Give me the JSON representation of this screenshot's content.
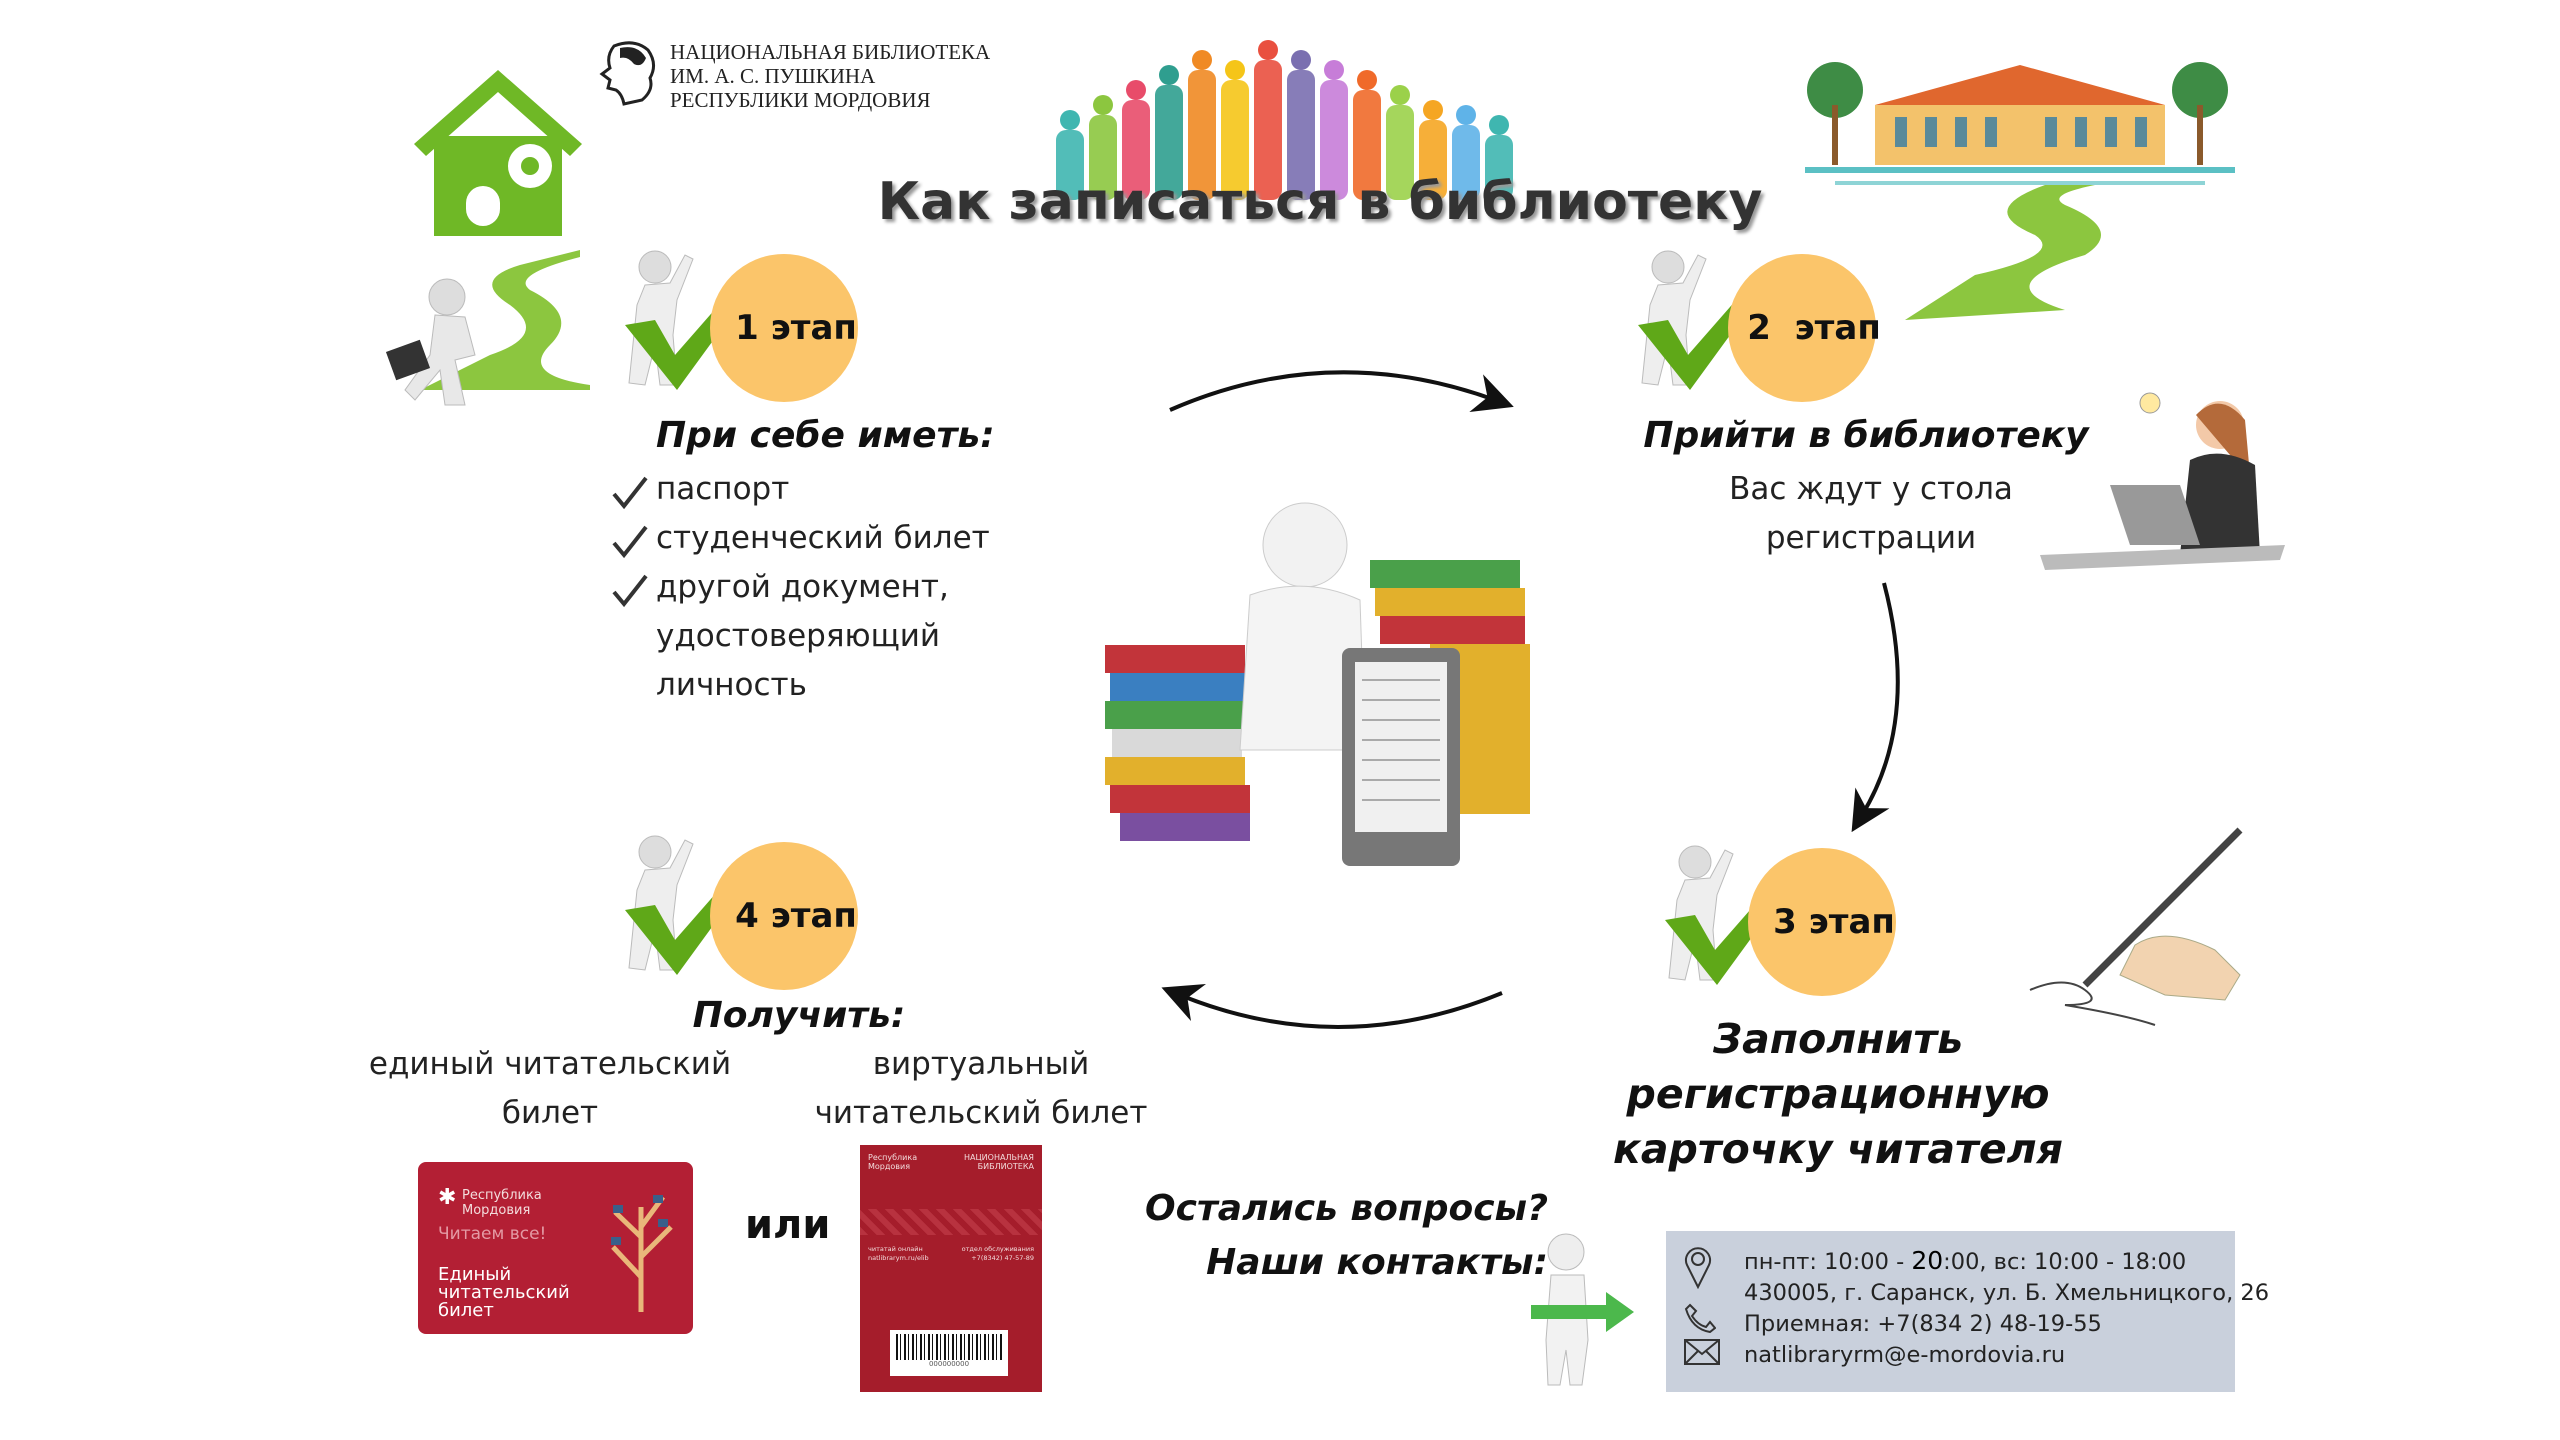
{
  "title": "Как записаться в библиотеку",
  "logo": {
    "lines": [
      "НАЦИОНАЛЬНАЯ БИБЛИОТЕКА",
      "ИМ. А. С. ПУШКИНА",
      "РЕСПУБЛИКИ МОРДОВИЯ"
    ]
  },
  "stages": [
    {
      "label": "1 этап",
      "heading": "При себе иметь:",
      "items": [
        "паспорт",
        "студенческий билет",
        "другой документ,",
        "удостоверяющий",
        "личность"
      ]
    },
    {
      "label": "2  этап",
      "heading": "Прийти в библиотеку",
      "lines": [
        "Вас ждут у стола",
        "регистрации"
      ]
    },
    {
      "label": "3 этап",
      "lines": [
        "Заполнить",
        "регистрационную",
        "карточку читателя"
      ]
    },
    {
      "label": "4 этап",
      "heading": "Получить:",
      "option1": [
        "единый читательский",
        "билет"
      ],
      "option2": [
        "виртуальный",
        "читательский билет"
      ],
      "or": "или"
    }
  ],
  "card1": {
    "brand": [
      "Республика",
      "Мордовия"
    ],
    "slogan": "Читаем все!",
    "name": [
      "Единый",
      "читательский",
      "билет"
    ]
  },
  "card2": {
    "brand": [
      "Республика",
      "Мордовия"
    ],
    "org": [
      "НАЦИОНАЛЬНАЯ",
      "БИБЛИОТЕКА"
    ],
    "left_label": "читатай онлайн",
    "left_value": "natlibrarym.ru/elib",
    "right_label": "отдел обслуживания",
    "right_value": "+7(8342) 47-57-89",
    "barcode": "000000000"
  },
  "questions": [
    "Остались вопросы?",
    "Наши контакты:"
  ],
  "contacts": {
    "hours_pre": "пн-пт: 10:00 - ",
    "hours_bold": "20",
    "hours_post": ":00, вс: 10:00 - 18:00",
    "address": "430005, г. Саранск, ул. Б. Хмельницкого, 26",
    "phone": "Приемная: +7(834 2) 48-19-55",
    "email": "natlibraryrm@e-mordovia.ru"
  },
  "colors": {
    "stage_circle": "#fbc56a",
    "check_green": "#5fa818",
    "contact_bg": "#c9d0dc",
    "card_red": "#b31f34"
  }
}
